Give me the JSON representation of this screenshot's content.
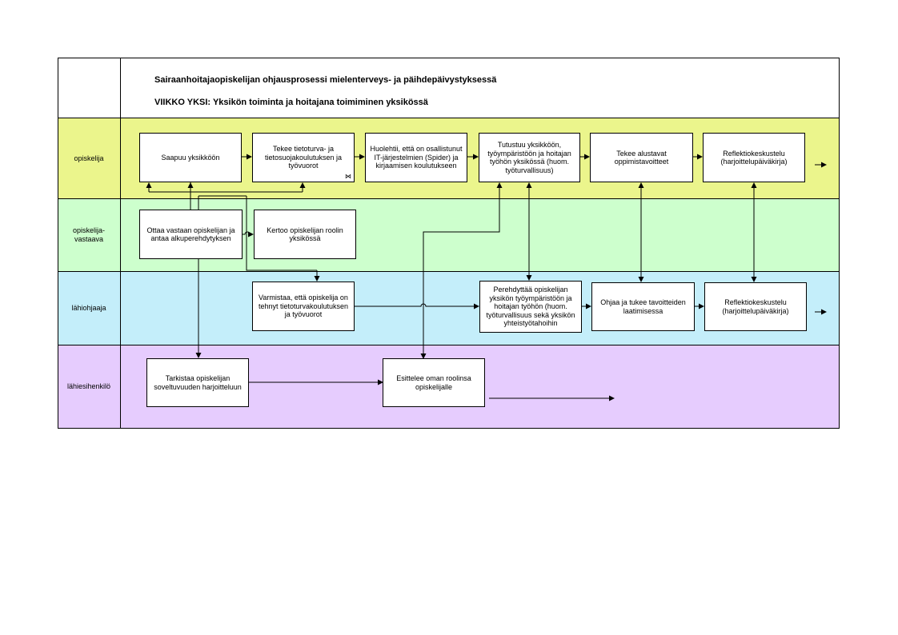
{
  "header": {
    "title": "Sairaanhoitajaopiskelijan ohjausprosessi mielenterveys- ja päihdepäivystyksessä",
    "subtitle": "VIIKKO YKSI: Yksikön toiminta ja hoitajana toimiminen yksikössä"
  },
  "lanes": {
    "opiskelija": {
      "label": "opiskelija",
      "color": "#ebf58c"
    },
    "vastaava": {
      "label": "opiskelija-\nvastaava",
      "color": "#cdffcd"
    },
    "lahiohjaaja": {
      "label": "lähiohjaaja",
      "color": "#c4eefa"
    },
    "lahiesihenkilo": {
      "label": "lähiesihenkilö",
      "color": "#e6ccfe"
    }
  },
  "steps": {
    "saapuu": "Saapuu yksikköön",
    "tekee_tietoturva": "Tekee tietoturva- ja tietosuojakoulutuksen ja työvuorot",
    "huolehtii": "Huolehtii, että on osallistunut IT-järjestelmien (Spider) ja kirjaamisen koulutukseen",
    "tutustuu": "Tutustuu yksikköön, työympäristöön ja hoitajan työhön yksikössä (huom. työturvallisuus)",
    "tekee_alustavat": "Tekee alustavat oppimistavoitteet",
    "reflektio_opiskelija": "Reflektiokeskustelu (harjoittelupäiväkirja)",
    "ottaa_vastaan": "Ottaa vastaan opiskelijan ja antaa alkuperehdytyksen",
    "kertoo": "Kertoo opiskelijan roolin yksikössä",
    "varmistaa": "Varmistaa, että opiskelija on tehnyt tietoturvakoulutuksen ja työvuorot",
    "perehdyttaa": "Perehdyttää opiskelijan yksikön työympäristöön ja hoitajan työhön (huom. työturvallisuus sekä yksikön yhteistyötahoihin",
    "ohjaa": "Ohjaa ja tukee tavoitteiden laatimisessa",
    "reflektio_lahiohjaaja": "Reflektiokeskustelu (harjoittelupäiväkirja)",
    "tarkistaa": "Tarkistaa opiskelijan soveltuvuuden harjoitteluun",
    "esittelee": "Esittelee oman roolinsa opiskelijalle"
  },
  "icons": {
    "subprocess": "subprocess-icon"
  }
}
